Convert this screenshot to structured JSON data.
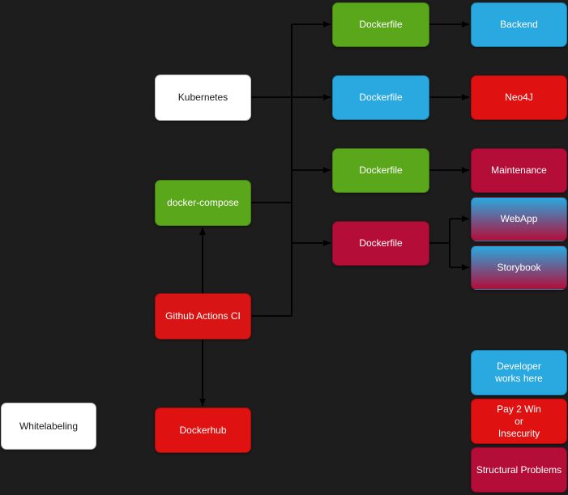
{
  "diagram": {
    "background": "#1d1d1d",
    "edge_color": "#000000",
    "nodes": {
      "kubernetes": {
        "label": "Kubernetes",
        "bg": "#ffffff",
        "fg": "#1a1a1a"
      },
      "docker_compose": {
        "label": "docker-compose",
        "bg": "#5ba71c",
        "fg": "#ffffff"
      },
      "github_actions": {
        "label": "Github Actions CI",
        "bg": "#d81414",
        "fg": "#ffffff"
      },
      "dockerhub": {
        "label": "Dockerhub",
        "bg": "#e01111",
        "fg": "#ffffff"
      },
      "whitelabeling": {
        "label": "Whitelabeling",
        "bg": "#ffffff",
        "fg": "#1a1a1a"
      },
      "dockerfile_backend": {
        "label": "Dockerfile",
        "bg": "#5ba71c",
        "fg": "#ffffff"
      },
      "dockerfile_neo4j": {
        "label": "Dockerfile",
        "bg": "#29a9e0",
        "fg": "#ffffff"
      },
      "dockerfile_maintenance": {
        "label": "Dockerfile",
        "bg": "#5ba71c",
        "fg": "#ffffff"
      },
      "dockerfile_webapp": {
        "label": "Dockerfile",
        "bg": "#b30d38",
        "fg": "#ffffff"
      },
      "backend": {
        "label": "Backend",
        "bg": "#29a9e0",
        "fg": "#ffffff"
      },
      "neo4j": {
        "label": "Neo4J",
        "bg": "#e01111",
        "fg": "#ffffff"
      },
      "maintenance": {
        "label": "Maintenance",
        "bg": "#b30d38",
        "fg": "#ffffff"
      },
      "webapp": {
        "label": "WebApp",
        "bg": "linear-gradient(180deg, #29a9e0 0%, #b30d38 100%)",
        "fg": "#ffffff"
      },
      "storybook": {
        "label": "Storybook",
        "bg": "linear-gradient(180deg, #29a9e0 0%, #b30d38 100%)",
        "fg": "#ffffff"
      },
      "legend_developer": {
        "label": "Developer\nworks here",
        "bg": "#29a9e0",
        "fg": "#ffffff"
      },
      "legend_pay2win": {
        "label": "Pay 2 Win\nor\nInsecurity",
        "bg": "#e01111",
        "fg": "#ffffff"
      },
      "legend_structural": {
        "label": "Structural Problems",
        "bg": "#b30d38",
        "fg": "#ffffff"
      }
    }
  }
}
